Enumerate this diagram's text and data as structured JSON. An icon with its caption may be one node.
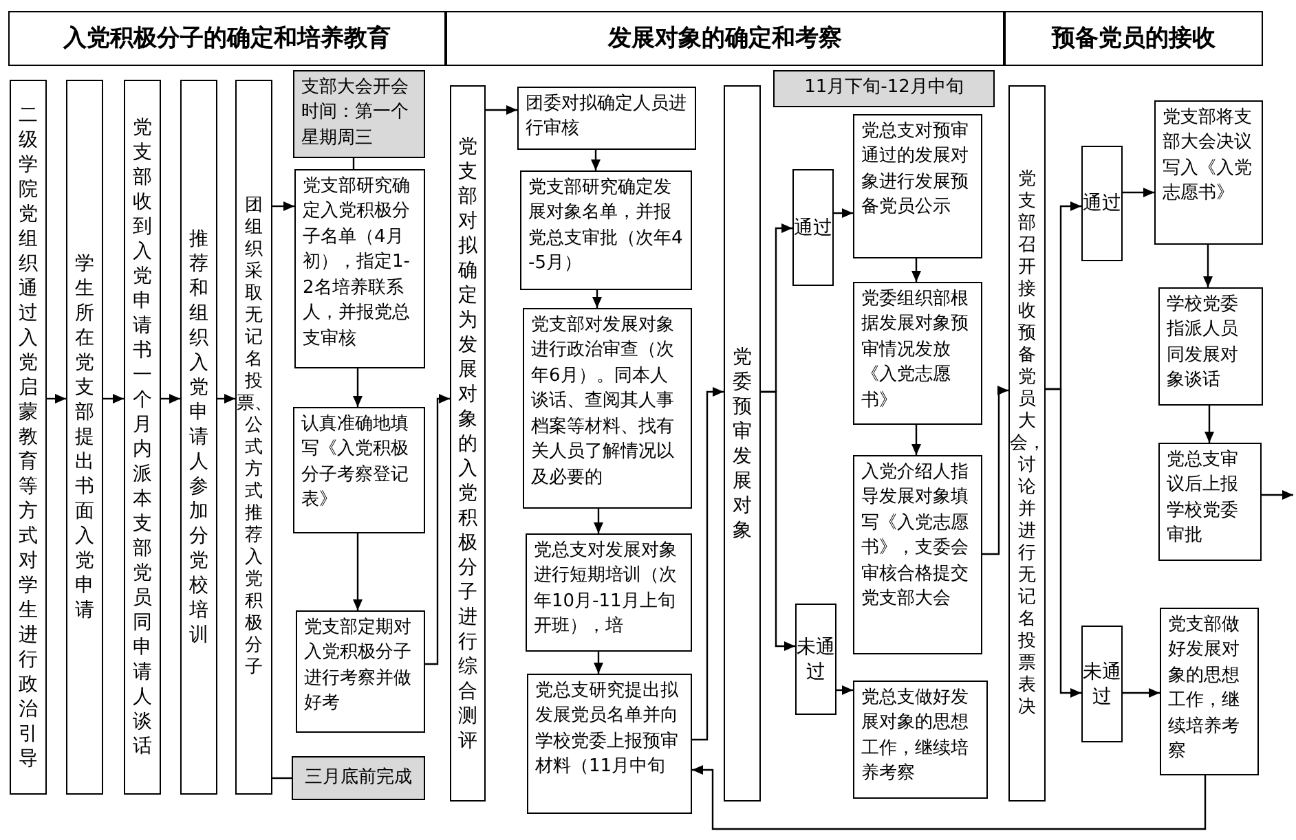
{
  "diagram": {
    "nodes": [
      {
        "text": [
          "入党积极分子的确定和培养教育"
        ]
      },
      {
        "text": [
          "发展对象的确定和考察"
        ]
      },
      {
        "text": [
          "预备党员的接收"
        ]
      },
      {
        "text": [
          "二级学院党组织通过入党启蒙教育等方式对学生进行政治引导"
        ]
      },
      {
        "text": [
          "学生所在党支部提出书面入党申请"
        ]
      },
      {
        "text": [
          "党支部收到入党申请书一个月内派本支部党员同申请人谈话"
        ]
      },
      {
        "text": [
          "推荐和组织入党申请人参加分党校培训"
        ]
      },
      {
        "text": [
          "团组织采取无记名投票、公式方式推荐入党积极分子"
        ]
      },
      {
        "text": [
          "支部大会开会时间：第一个星期周三"
        ]
      },
      {
        "text": [
          "党支部研究确定入党积极分子名单（4月初），指定1-2名培养联系人，并报党总支审核"
        ]
      },
      {
        "text": [
          "认真准确地填写《入党积极分子考察登记表》"
        ]
      },
      {
        "text": [
          "党支部定期对入党积极分子进行考察并做好考"
        ]
      },
      {
        "text": [
          "三月底前完成"
        ]
      },
      {
        "text": [
          "党支部对拟确定为发展对象的入党积极分子进行综合测评"
        ]
      },
      {
        "text": [
          "团委对拟确定人员进行审核"
        ]
      },
      {
        "text": [
          "党支部研究确定发展对象名单，并报党总支审批（次年4-5月）"
        ]
      },
      {
        "text": [
          "党支部对发展对象进行政治审查（次年6月）。同本人谈话、查阅其人事档案等材料、找有关人员了解情况以及必要的"
        ]
      },
      {
        "text": [
          "党总支对发展对象进行短期培训（次年10月-11月上旬开班），培"
        ]
      },
      {
        "text": [
          "党总支研究提出拟发展党员名单并向学校党委上报预审材料（11月中旬"
        ]
      },
      {
        "text": [
          "党委预审发展对象"
        ]
      },
      {
        "text": [
          "11月下旬-12月中旬"
        ]
      },
      {
        "text": [
          "通过"
        ]
      },
      {
        "text": [
          "未通过"
        ]
      },
      {
        "text": [
          "党总支对预审通过的发展对象进行发展预备党员公示"
        ]
      },
      {
        "text": [
          "党委组织部根据发展对象预审情况发放《入党志愿书》"
        ]
      },
      {
        "text": [
          "入党介绍人指导发展对象填写《入党志愿书》，支委会审核合格提交党支部大会"
        ]
      },
      {
        "text": [
          "党总支做好发展对象的思想工作，继续培养考察"
        ]
      },
      {
        "text": [
          "党支部召开接收预备党员大会，讨论并进行无记名投票表决"
        ]
      },
      {
        "text": [
          "通过"
        ]
      },
      {
        "text": [
          "未通过"
        ]
      },
      {
        "text": [
          "党支部将支部大会决议写入《入党志愿书》"
        ]
      },
      {
        "text": [
          "学校党委指派人员同发展对象谈话"
        ]
      },
      {
        "text": [
          "党总支审议后上报学校党委审批"
        ]
      },
      {
        "text": [
          "党支部做好发展对象的思想工作，继续培养考察"
        ]
      }
    ],
    "edges": [
      {
        "from": 3,
        "to": 4,
        "arrow": "to"
      },
      {
        "from": 4,
        "to": 5,
        "arrow": "to"
      },
      {
        "from": 5,
        "to": 6,
        "arrow": "to"
      },
      {
        "from": 6,
        "to": 7,
        "arrow": "to"
      },
      {
        "from": 7,
        "to": 9,
        "arrow": "to"
      },
      {
        "from": 8,
        "to": 9,
        "arrow": "none"
      },
      {
        "from": 9,
        "to": 10,
        "arrow": "to"
      },
      {
        "from": 10,
        "to": 11,
        "arrow": "to"
      },
      {
        "from": 11,
        "to": 13,
        "arrow": "to"
      },
      {
        "from": 12,
        "to": 7,
        "arrow": "none"
      },
      {
        "from": 13,
        "to": 14,
        "arrow": "to"
      },
      {
        "from": 14,
        "to": 15,
        "arrow": "to"
      },
      {
        "from": 15,
        "to": 16,
        "arrow": "to"
      },
      {
        "from": 16,
        "to": 17,
        "arrow": "to"
      },
      {
        "from": 17,
        "to": 18,
        "arrow": "to"
      },
      {
        "from": 18,
        "to": 19,
        "arrow": "to"
      },
      {
        "from": 19,
        "to": 21,
        "arrow": "to"
      },
      {
        "from": 19,
        "to": 22,
        "arrow": "to"
      },
      {
        "from": 21,
        "to": 23,
        "arrow": "to"
      },
      {
        "from": 22,
        "to": 26,
        "arrow": "to"
      },
      {
        "from": 23,
        "to": 24,
        "arrow": "to"
      },
      {
        "from": 24,
        "to": 25,
        "arrow": "to"
      },
      {
        "from": 25,
        "to": 27,
        "arrow": "to"
      },
      {
        "from": 27,
        "to": 28,
        "arrow": "to"
      },
      {
        "from": 27,
        "to": 29,
        "arrow": "to"
      },
      {
        "from": 28,
        "to": 30,
        "arrow": "to"
      },
      {
        "from": 29,
        "to": 33,
        "arrow": "to"
      },
      {
        "from": 30,
        "to": 31,
        "arrow": "to"
      },
      {
        "from": 31,
        "to": 32,
        "arrow": "to"
      },
      {
        "from": 32,
        "to": null,
        "arrow": "to"
      },
      {
        "from": 33,
        "to": 18,
        "arrow": "to"
      }
    ]
  }
}
